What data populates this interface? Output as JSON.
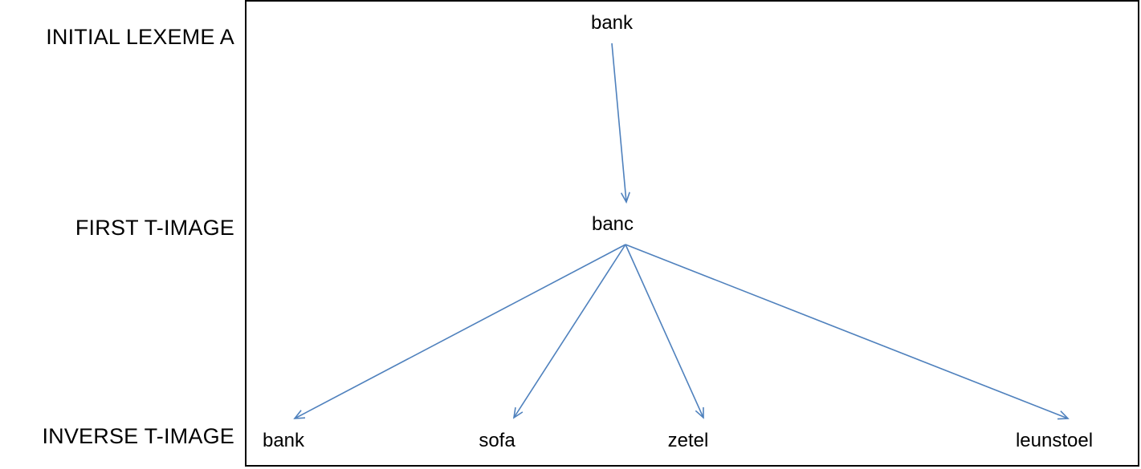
{
  "row_labels": {
    "initial": "INITIAL LEXEME A",
    "first": "FIRST T-IMAGE",
    "inverse": "INVERSE T-IMAGE"
  },
  "nodes": {
    "root": "bank",
    "first": "banc",
    "inverse": [
      "bank",
      "sofa",
      "zetel",
      "leunstoel"
    ]
  },
  "colors": {
    "arrow": "#4f81bd",
    "frame": "#000000",
    "text": "#000000"
  }
}
